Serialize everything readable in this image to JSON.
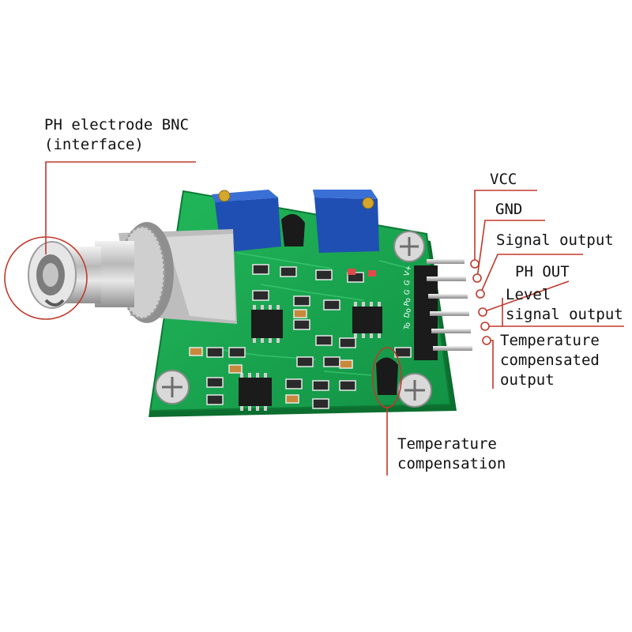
{
  "labels": {
    "bnc_line1": "PH electrode BNC",
    "bnc_line2": "(interface)",
    "vcc": "VCC",
    "gnd": "GND",
    "signal_output": "Signal output",
    "ph_out": "PH OUT",
    "level": "Level",
    "level_signal_output": "signal output",
    "temp_comp_output_1": "Temperature",
    "temp_comp_output_2": "compensated",
    "temp_comp_output_3": "output",
    "temp_compensation_1": "Temperature",
    "temp_compensation_2": "compensation"
  },
  "pin_silkscreen": [
    "To",
    "Do",
    "Po",
    "G",
    "G",
    "V+"
  ],
  "colors": {
    "callout_line": "#c0392b",
    "pcb_green": "#17a34a",
    "pcb_edge": "#0e7a35",
    "pot_blue": "#1f4fb3",
    "metal": "#c9c9c9",
    "label_text": "#111111"
  }
}
